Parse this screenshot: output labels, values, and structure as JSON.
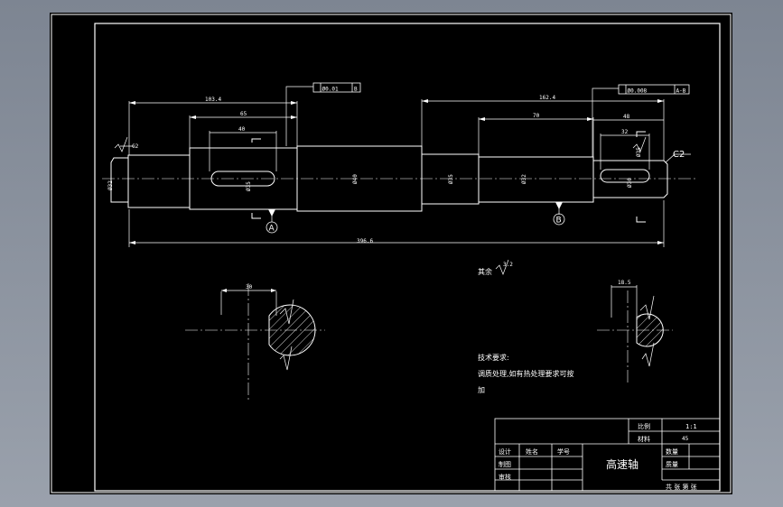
{
  "colors": {
    "background": "#8a919d",
    "sheet": "#000000",
    "line": "#ffffff"
  },
  "dimensions": {
    "overall_length": "396.6",
    "left_section": "103.4",
    "right_section": "162.4",
    "keyway_left_length": "65",
    "keyway_left_inner": "40",
    "keyway_right_length": "70",
    "keyway_right_outer": "48",
    "keyway_right_inner": "32",
    "chamfer_left": "C2",
    "chamfer_right": "C2",
    "dia_left_end": "Ø32",
    "dia_1": "Ø35",
    "dia_2": "Ø40",
    "dia_3": "Ø35",
    "dia_4": "Ø32",
    "dia_5": "Ø30",
    "dia_bearing": "Ø35",
    "section_a_width": "30",
    "section_b_width": "18.5"
  },
  "tolerances": {
    "left_frame": "Ø0.01",
    "left_datum": "B",
    "right_frame": "Ø0.008",
    "right_datum": "A-B"
  },
  "datums": {
    "a": "A",
    "b": "B"
  },
  "notes": {
    "rest_label": "其余",
    "roughness": "3.2",
    "tech_title": "技术要求:",
    "tech_line1": "调质处理,如有热处理要求可按",
    "tech_line2": "加"
  },
  "title_block": {
    "ratio_label": "比例",
    "ratio_value": "1:1",
    "material_label": "材料",
    "material_value": "45",
    "count_label": "数量",
    "weight_label": "质量",
    "designer_label": "设计",
    "name_label": "姓名",
    "id_label": "学号",
    "drawing_label": "制图",
    "review_label": "审核",
    "part_name": "高速轴",
    "sheet_info": "共 张 第 张"
  }
}
